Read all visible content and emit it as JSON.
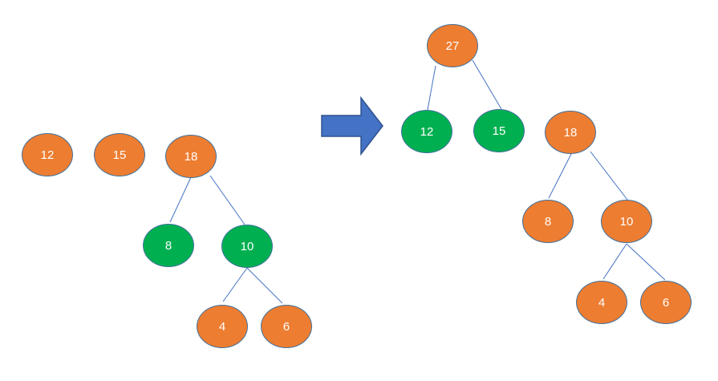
{
  "colors": {
    "leaf": "#ed7d31",
    "highlight": "#00b050",
    "outline": "#41719c",
    "edge": "#4472c4",
    "arrow": "#4472c4"
  },
  "before": {
    "nodes": {
      "a": {
        "label": "12"
      },
      "b": {
        "label": "15"
      },
      "c": {
        "label": "18"
      },
      "d": {
        "label": "8"
      },
      "e": {
        "label": "10"
      },
      "f": {
        "label": "4"
      },
      "g": {
        "label": "6"
      }
    }
  },
  "after": {
    "nodes": {
      "h": {
        "label": "27"
      },
      "i": {
        "label": "12"
      },
      "j": {
        "label": "15"
      },
      "k": {
        "label": "18"
      },
      "l": {
        "label": "8"
      },
      "m": {
        "label": "10"
      },
      "n": {
        "label": "4"
      },
      "o": {
        "label": "6"
      }
    }
  },
  "transition_icon": "right-arrow-icon"
}
